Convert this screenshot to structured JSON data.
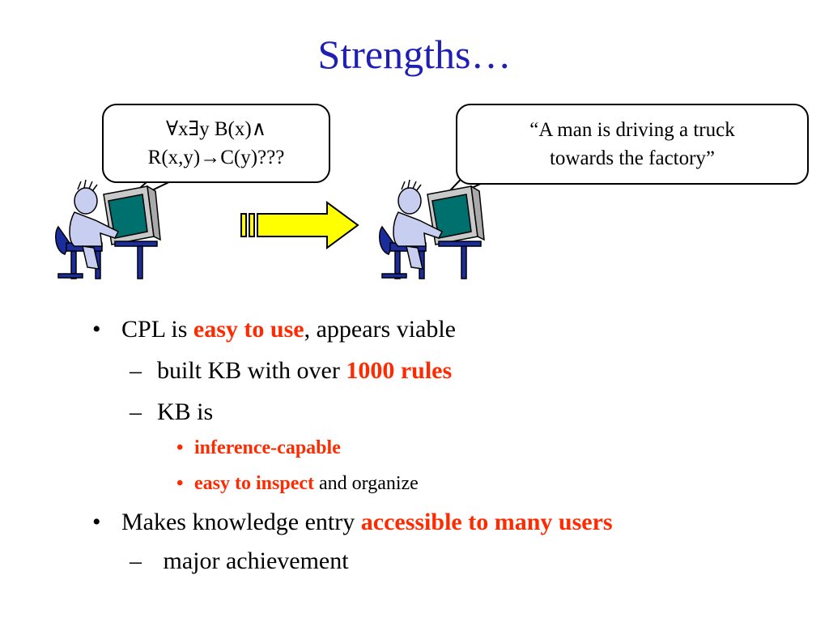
{
  "slide": {
    "title": "Strengths…",
    "bubble_left": {
      "line1": "∀x∃y B(x)∧",
      "line2": "R(x,y)→C(y)???"
    },
    "bubble_right": {
      "line1": "“A man is driving a truck",
      "line2": "towards the factory”"
    },
    "bullets": [
      {
        "marker": "•",
        "pre": "CPL is ",
        "hl": "easy to use",
        "post": ", appears viable"
      },
      {
        "marker": "–",
        "pre": "built KB with over ",
        "hl": "1000 rules",
        "post": ""
      },
      {
        "marker": "–",
        "pre": "KB is",
        "hl": "",
        "post": ""
      },
      {
        "marker": "•",
        "pre": "",
        "hl": "inference-capable",
        "post": ""
      },
      {
        "marker": "•",
        "pre": "",
        "hl": "easy to inspect",
        "post": " and organize"
      },
      {
        "marker": "•",
        "pre": "Makes knowledge entry ",
        "hl": "accessible to many users",
        "post": ""
      },
      {
        "marker": "–",
        "pre": " major achievement",
        "hl": "",
        "post": ""
      }
    ]
  },
  "colors": {
    "title": "#1f1fb4",
    "highlight": "#ff2a00",
    "arrow_fill": "#ffff00",
    "screen": "#00706e",
    "chair": "#1b2d9c",
    "figure": "#c8cef0"
  },
  "icons": [
    "person-at-computer-icon",
    "right-arrow-icon"
  ]
}
